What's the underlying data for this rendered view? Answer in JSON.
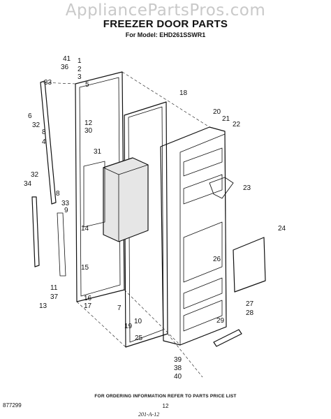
{
  "watermark": "AppliancePartsPros.com",
  "title": "FREEZER DOOR PARTS",
  "model_line": "For Model: EHD261SSWR1",
  "footer_note": "FOR ORDERING INFORMATION REFER TO PARTS PRICE LIST",
  "doc_code": "877299",
  "page_number": "12",
  "handwritten_note": "201-A-12",
  "callouts": [
    "41",
    "36",
    "1",
    "2",
    "3",
    "5",
    "33",
    "6",
    "32",
    "8",
    "4",
    "18",
    "20",
    "21",
    "22",
    "12",
    "30",
    "31",
    "23",
    "32",
    "34",
    "8",
    "33",
    "9",
    "14",
    "24",
    "26",
    "15",
    "16",
    "17",
    "7",
    "10",
    "25",
    "11",
    "37",
    "13",
    "27",
    "28",
    "19",
    "29",
    "39",
    "38",
    "40"
  ]
}
